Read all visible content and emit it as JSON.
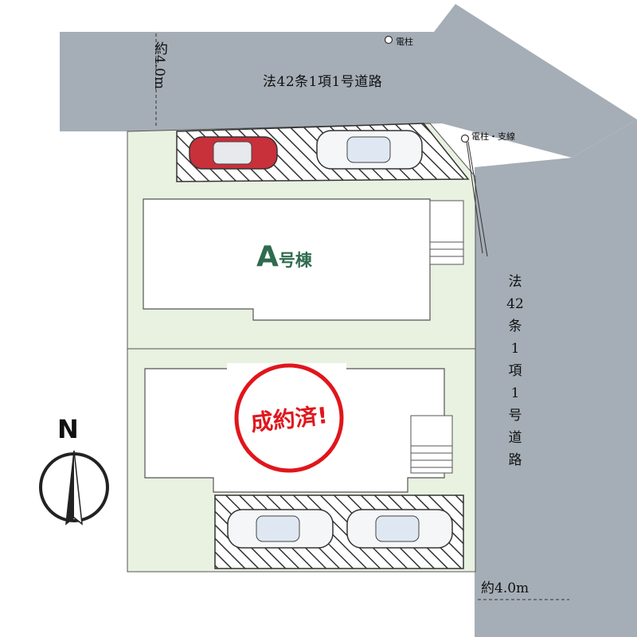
{
  "roads": {
    "top_label": "法42条1項1号道路",
    "right_label": "法42条1項1号道路",
    "top_width": "約4.0m",
    "right_width": "約4.0m"
  },
  "utility_poles": {
    "pole_top": "電柱",
    "pole_right": "電柱・支線"
  },
  "buildings": {
    "a_letter": "A",
    "a_suffix": "号棟",
    "b_status": "成約済!"
  },
  "compass": {
    "label": "N"
  },
  "colors": {
    "road": "#a5aeb6",
    "lot": "#e9f1e1",
    "building": "#ffffff",
    "outline": "#555555",
    "parking_hatch": "#333333",
    "stamp": "#e0161c",
    "building_label": "#2f6b4f",
    "car_red": "#c8303a",
    "car_white": "#f4f6f8"
  }
}
